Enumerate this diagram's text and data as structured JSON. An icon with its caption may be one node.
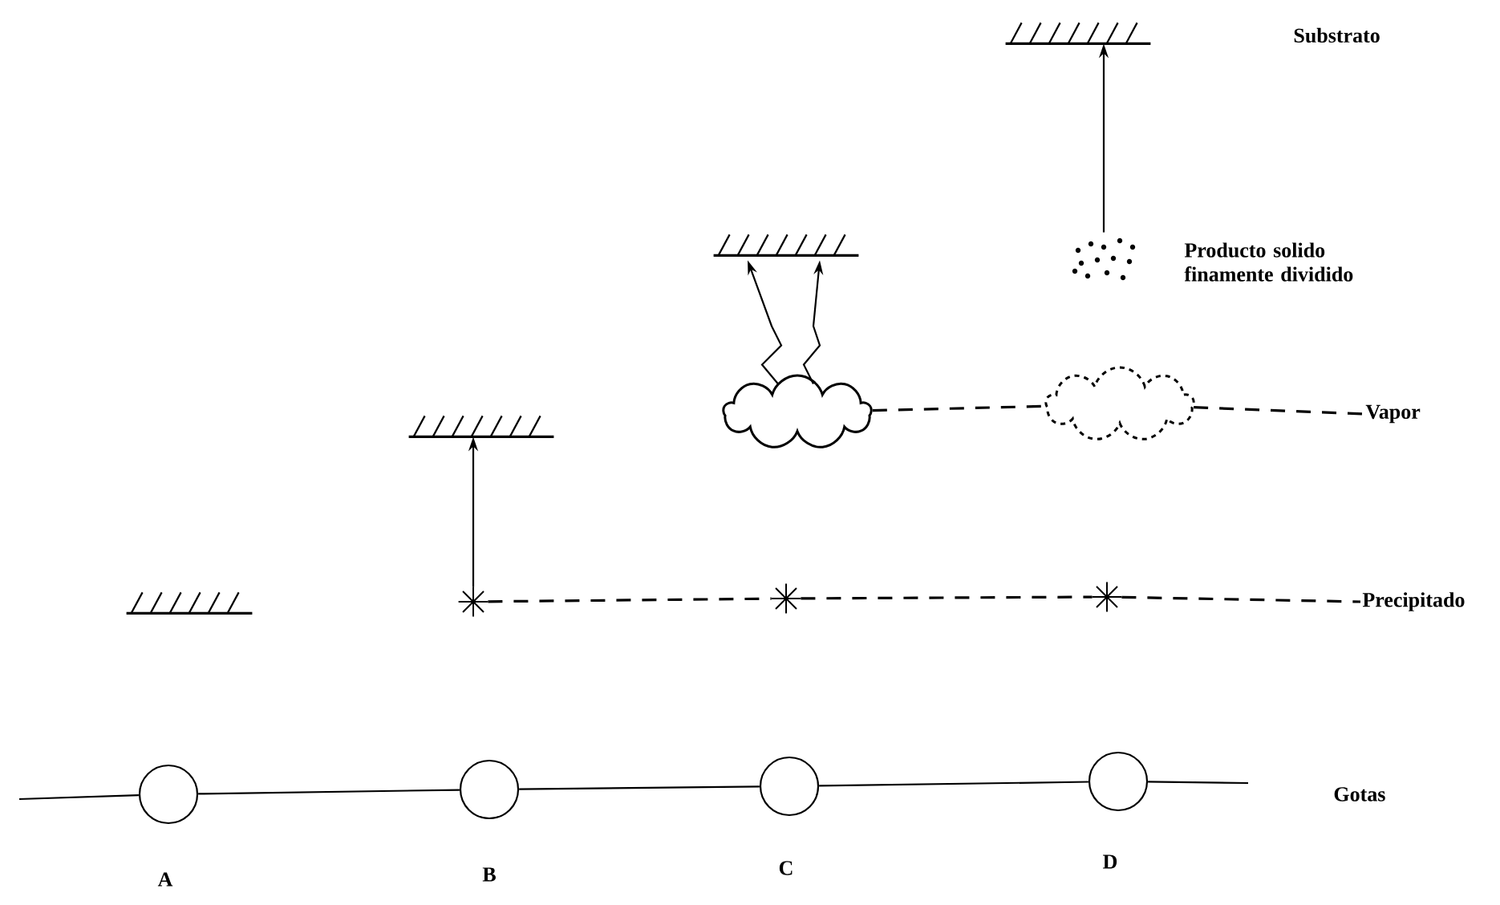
{
  "diagram": {
    "nodes": [
      {
        "text": [],
        "shape": "bar"
      },
      {
        "text": [],
        "shape": "dots"
      },
      {
        "text": [],
        "shape": "bar"
      },
      {
        "text": [],
        "shape": "cloud"
      },
      {
        "text": [],
        "shape": "cloud"
      },
      {
        "text": [
          "Vapor"
        ]
      },
      {
        "text": [],
        "shape": "bar"
      },
      {
        "text": [],
        "shape": "bar"
      },
      {
        "text": [],
        "shape": "star"
      },
      {
        "text": [],
        "shape": "star"
      },
      {
        "text": [],
        "shape": "star"
      },
      {
        "text": [
          "Precipitado"
        ]
      },
      {
        "text": [],
        "shape": "circle"
      },
      {
        "text": [],
        "shape": "circle"
      },
      {
        "text": [],
        "shape": "circle"
      },
      {
        "text": [],
        "shape": "circle"
      }
    ],
    "edges": [
      {
        "from": 1,
        "to": 0,
        "arrow": "to"
      },
      {
        "from": 3,
        "to": 2,
        "arrow": "to"
      },
      {
        "from": 3,
        "to": 2,
        "arrow": "to"
      },
      {
        "from": 3,
        "to": 4,
        "arrow": "none",
        "style": "dashed"
      },
      {
        "from": 4,
        "to": 5,
        "arrow": "none",
        "style": "dashed"
      },
      {
        "from": 8,
        "to": 6,
        "arrow": "to"
      },
      {
        "from": 8,
        "to": 9,
        "arrow": "none",
        "style": "dashed"
      },
      {
        "from": 9,
        "to": 10,
        "arrow": "none",
        "style": "dashed"
      },
      {
        "from": 10,
        "to": 11,
        "arrow": "none",
        "style": "dashed"
      },
      {
        "from": null,
        "to": 12,
        "arrow": "none"
      },
      {
        "from": 12,
        "to": 13,
        "arrow": "none"
      },
      {
        "from": 13,
        "to": 14,
        "arrow": "none"
      },
      {
        "from": 14,
        "to": 15,
        "arrow": "none"
      },
      {
        "from": 15,
        "to": null,
        "arrow": "none"
      }
    ],
    "labels": [
      "Substrato",
      "Producto solido finamente dividido",
      "Gotas",
      "A",
      "B",
      "C",
      "D"
    ]
  }
}
